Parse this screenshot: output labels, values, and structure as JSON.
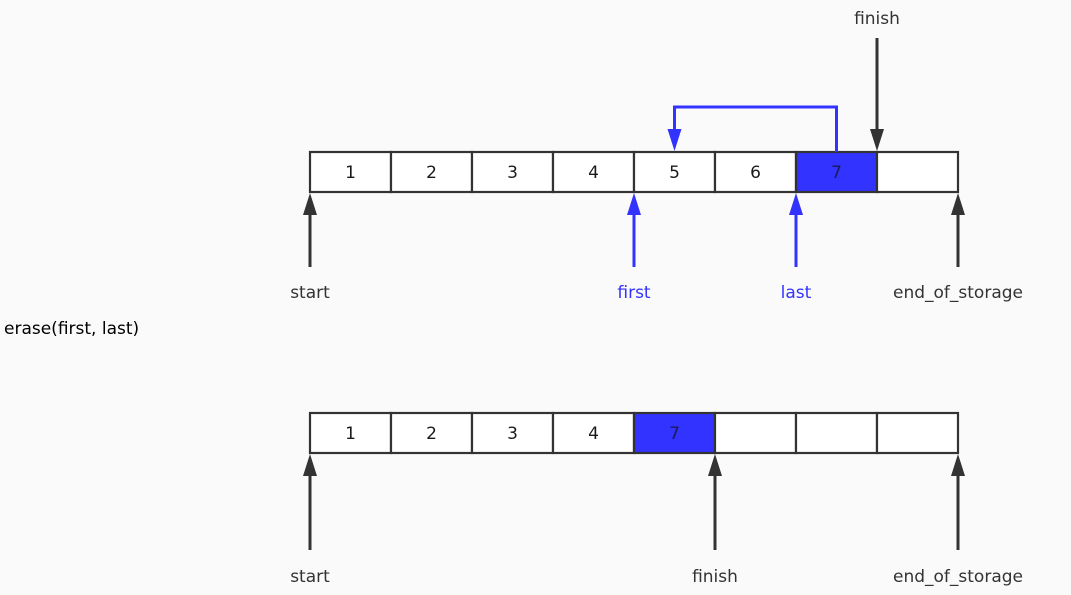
{
  "colors": {
    "background": "#fafafa",
    "stroke": "#333333",
    "accent": "#3333ff",
    "cell_fill": "#ffffff",
    "text": "#1a1a1a"
  },
  "operation_label": "erase(first, last)",
  "before": {
    "cells": [
      "1",
      "2",
      "3",
      "4",
      "5",
      "6",
      "7",
      ""
    ],
    "highlighted_cell_index": 6,
    "pointers": [
      {
        "name": "start",
        "label": "start",
        "cell_boundary": 0,
        "position": "below",
        "color": "stroke"
      },
      {
        "name": "first",
        "label": "first",
        "cell_boundary": 4,
        "position": "below",
        "color": "accent"
      },
      {
        "name": "last",
        "label": "last",
        "cell_boundary": 6,
        "position": "below",
        "color": "accent"
      },
      {
        "name": "end-of-storage",
        "label": "end_of_storage",
        "cell_boundary": 8,
        "position": "below",
        "color": "stroke"
      },
      {
        "name": "finish",
        "label": "finish",
        "cell_boundary": 7,
        "position": "above",
        "color": "stroke"
      }
    ],
    "copy_arrow": {
      "from_cell": 6,
      "to_cell": 4,
      "color": "accent"
    }
  },
  "after": {
    "cells": [
      "1",
      "2",
      "3",
      "4",
      "7",
      "",
      "",
      ""
    ],
    "highlighted_cell_index": 4,
    "pointers": [
      {
        "name": "start",
        "label": "start",
        "cell_boundary": 0,
        "position": "below",
        "color": "stroke"
      },
      {
        "name": "finish",
        "label": "finish",
        "cell_boundary": 5,
        "position": "below",
        "color": "stroke"
      },
      {
        "name": "end-of-storage",
        "label": "end_of_storage",
        "cell_boundary": 8,
        "position": "below",
        "color": "stroke"
      }
    ]
  }
}
